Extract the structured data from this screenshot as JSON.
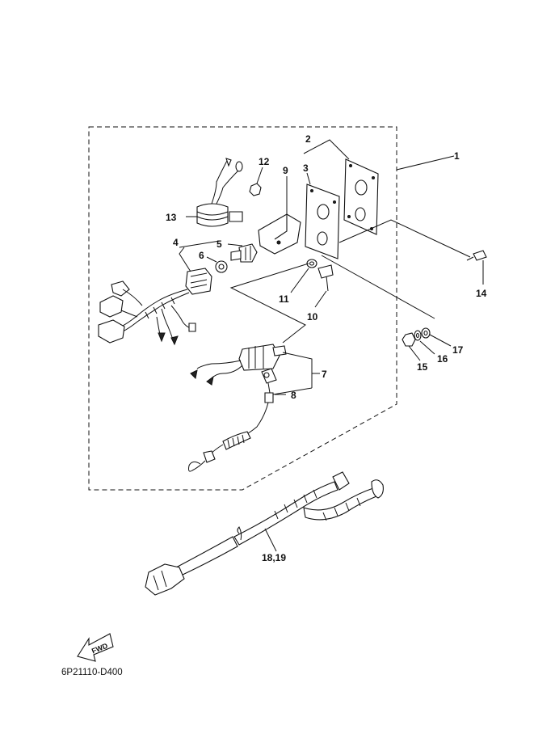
{
  "diagram": {
    "callouts": [
      "1",
      "2",
      "3",
      "4",
      "5",
      "6",
      "7",
      "8",
      "9",
      "10",
      "11",
      "12",
      "13",
      "14",
      "15",
      "16",
      "17",
      "18,19"
    ],
    "diagram_code": "6P21110-D400",
    "fwd_label": "FWD"
  }
}
